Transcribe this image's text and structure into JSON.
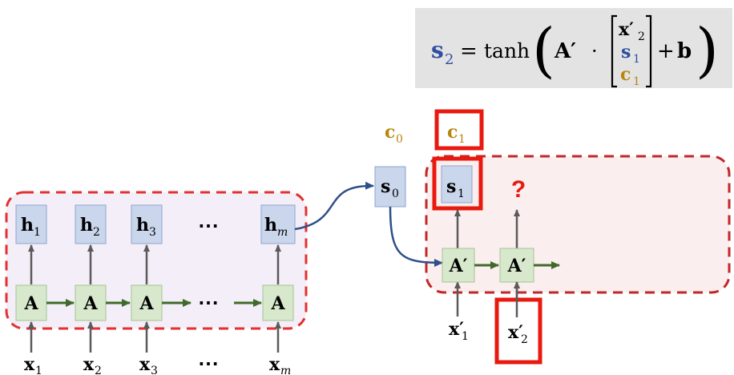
{
  "equation": {
    "lhs_var": "s",
    "lhs_sub": "2",
    "equals": "=",
    "func": "tanh",
    "paren_open": "(",
    "paren_close": ")",
    "matrix": "A′",
    "dot": "·",
    "vec_x_var": "x′",
    "vec_x_sub": "2",
    "vec_s_var": "s",
    "vec_s_sub": "1",
    "vec_c_var": "c",
    "vec_c_sub": "1",
    "plus": "+",
    "bias": "b"
  },
  "encoder": {
    "hidden": [
      {
        "var": "h",
        "sub": "1"
      },
      {
        "var": "h",
        "sub": "2"
      },
      {
        "var": "h",
        "sub": "3"
      },
      {
        "var": "h",
        "sub": "m"
      }
    ],
    "cell_label": "A",
    "inputs": [
      {
        "var": "x",
        "sub": "1"
      },
      {
        "var": "x",
        "sub": "2"
      },
      {
        "var": "x",
        "sub": "3"
      },
      {
        "var": "x",
        "sub": "m"
      }
    ],
    "ellipsis": "⋯"
  },
  "decoder": {
    "c0": {
      "var": "c",
      "sub": "0"
    },
    "c1": {
      "var": "c",
      "sub": "1"
    },
    "s0": {
      "var": "s",
      "sub": "0"
    },
    "s1": {
      "var": "s",
      "sub": "1"
    },
    "cell_label": "A′",
    "question": "?",
    "x1": {
      "var": "x′",
      "sub": "1"
    },
    "x2": {
      "var": "x′",
      "sub": "2"
    }
  },
  "colors": {
    "blue_text": "#2f4f9f",
    "gold_text": "#b8860b",
    "red": "#e8190f",
    "box_blue_fill": "#c9d6eb",
    "box_blue_stroke": "#8fa6cc",
    "box_green_fill": "#d7e8cc",
    "box_green_stroke": "#a6c493",
    "green_arrow": "#3f6b2a",
    "gray_arrow": "#5a5a5a",
    "curve_blue": "#2e4f8a",
    "eq_bg": "#e3e3e3"
  }
}
